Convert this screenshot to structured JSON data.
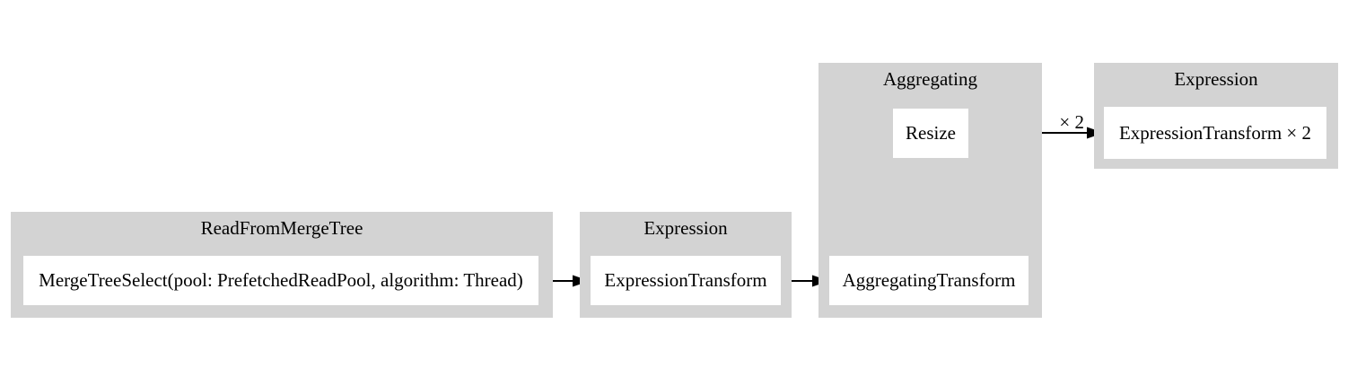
{
  "diagram": {
    "type": "query-pipeline-graph",
    "background_color": "#ffffff",
    "cluster_fill_color": "#d3d3d3",
    "node_fill_color": "#ffffff",
    "edge_color": "#000000",
    "text_color": "#000000",
    "clusters": [
      {
        "title": "ReadFromMergeTree",
        "nodes": [
          "MergeTreeSelect(pool: PrefetchedReadPool, algorithm: Thread)"
        ]
      },
      {
        "title": "Expression",
        "nodes": [
          "ExpressionTransform"
        ]
      },
      {
        "title": "Aggregating",
        "nodes": [
          "AggregatingTransform",
          "Resize"
        ]
      },
      {
        "title": "Expression",
        "nodes": [
          "ExpressionTransform × 2"
        ]
      }
    ],
    "edges": [
      {
        "from": "MergeTreeSelect(pool: PrefetchedReadPool, algorithm: Thread)",
        "to": "ExpressionTransform",
        "label": ""
      },
      {
        "from": "ExpressionTransform",
        "to": "AggregatingTransform",
        "label": ""
      },
      {
        "from": "AggregatingTransform",
        "to": "Resize",
        "label": ""
      },
      {
        "from": "Resize",
        "to": "ExpressionTransform × 2",
        "label": "× 2"
      }
    ]
  }
}
